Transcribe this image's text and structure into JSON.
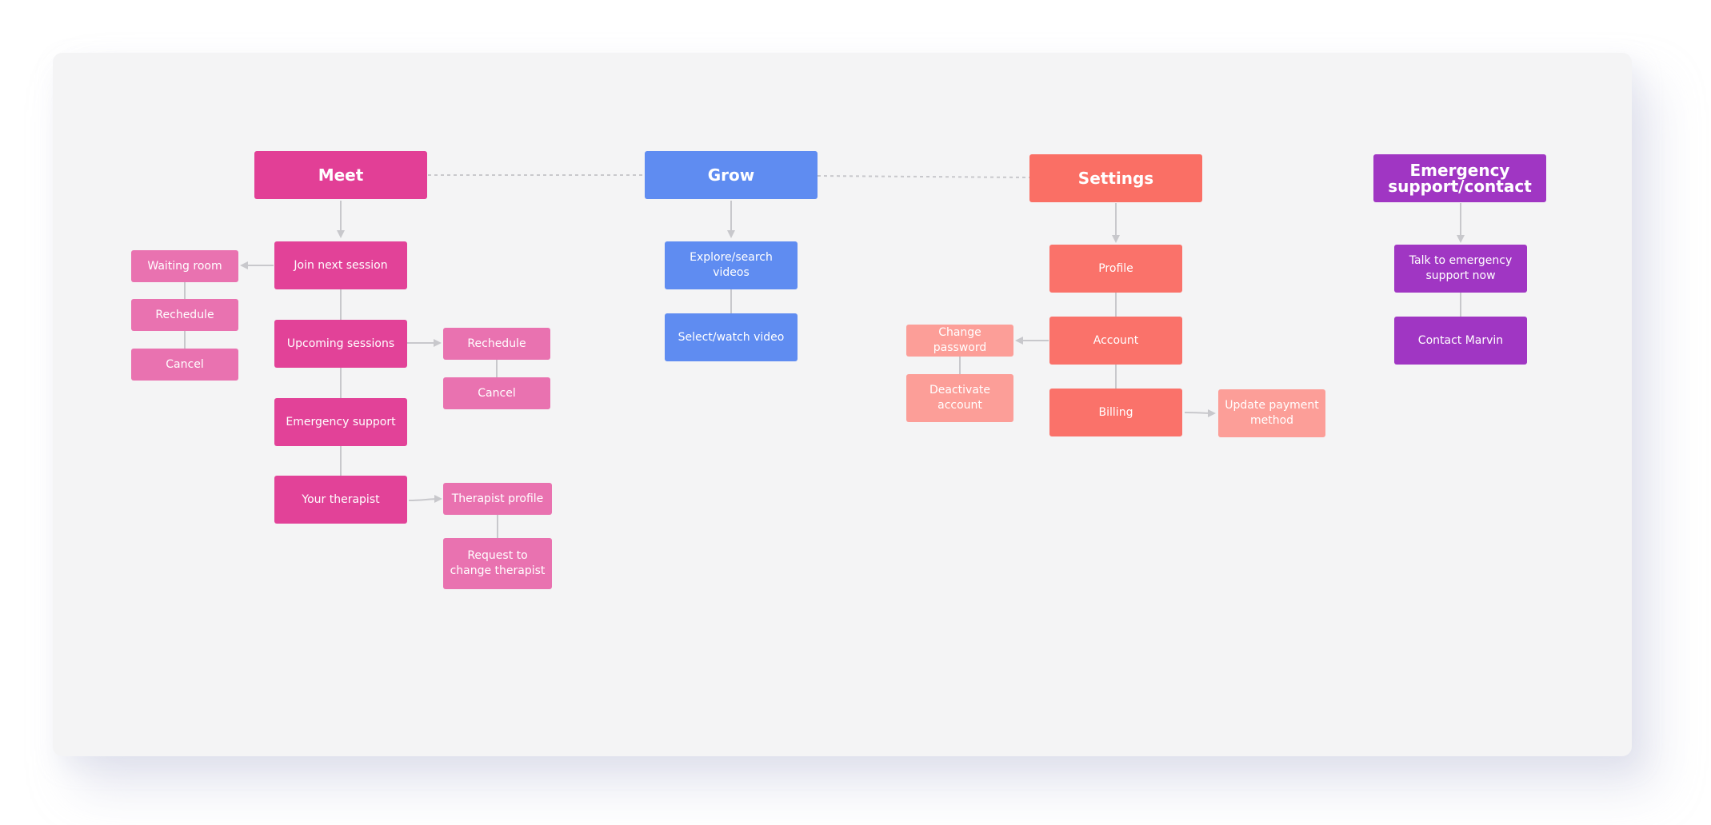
{
  "colors": {
    "meet": "#e23f96",
    "meet_sub": "#e972b0",
    "grow": "#5f8cf1",
    "settings": "#fa6f65",
    "settings_sub": "#fc9e98",
    "emergency": "#a036c3",
    "connector": "#c8c8cc",
    "canvas": "#f4f4f5"
  },
  "meet": {
    "title": "Meet",
    "join_next_session": "Join next session",
    "waiting_room": "Waiting room",
    "reschedule_join": "Rechedule",
    "cancel_join": "Cancel",
    "upcoming_sessions": "Upcoming sessions",
    "reschedule_upcoming": "Rechedule",
    "cancel_upcoming": "Cancel",
    "emergency_support": "Emergency support",
    "your_therapist": "Your therapist",
    "therapist_profile": "Therapist profile",
    "request_change_therapist": "Request to change therapist"
  },
  "grow": {
    "title": "Grow",
    "explore_videos": "Explore/search videos",
    "select_watch_video": "Select/watch video"
  },
  "settings": {
    "title": "Settings",
    "profile": "Profile",
    "account": "Account",
    "change_password": "Change password",
    "deactivate_account": "Deactivate account",
    "billing": "Billing",
    "update_payment_method": "Update payment method"
  },
  "emergency": {
    "title": "Emergency support/contact",
    "talk_now": "Talk to emergency support now",
    "contact_marvin": "Contact Marvin"
  }
}
